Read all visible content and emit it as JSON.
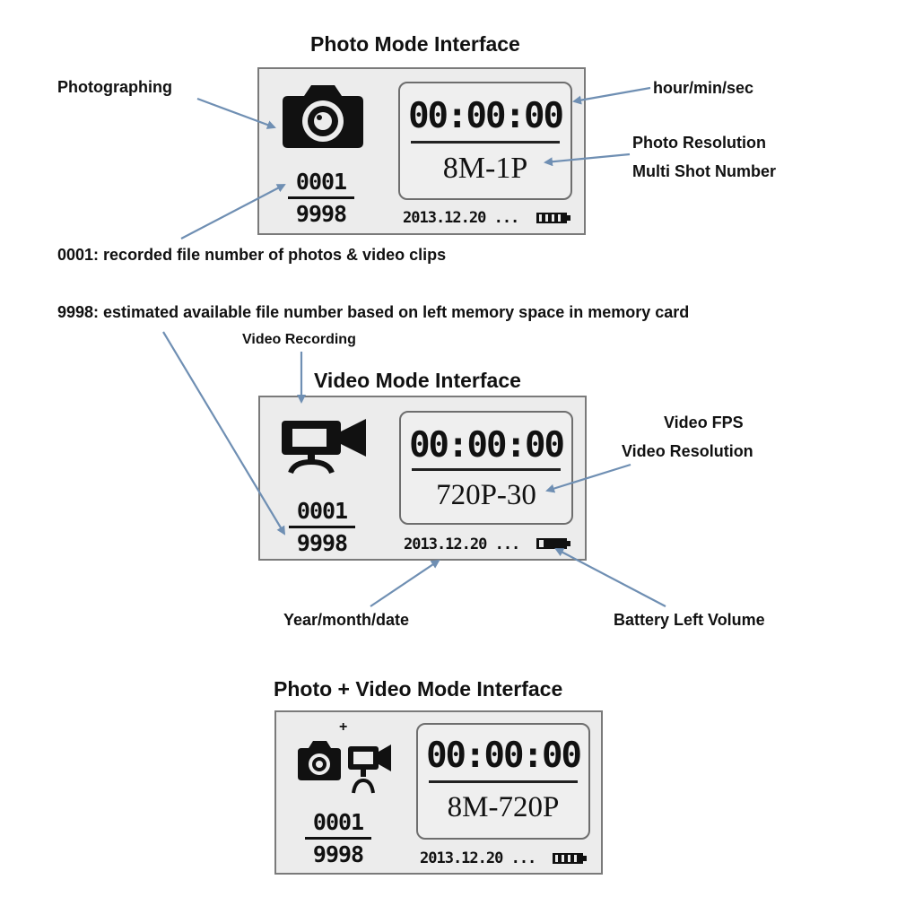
{
  "titles": {
    "photo": "Photo Mode Interface",
    "video": "Video Mode Interface",
    "combo": "Photo + Video Mode Interface"
  },
  "annotations": {
    "photographing": "Photographing",
    "time": "hour/min/sec",
    "photo_res": "Photo Resolution",
    "multi_shot": "Multi Shot Number",
    "recorded_count": "0001: recorded file number of photos & video clips",
    "available_count": "9998: estimated available file number based on left memory space in memory card",
    "video_recording": "Video Recording",
    "video_fps": "Video FPS",
    "video_res": "Video Resolution",
    "date": "Year/month/date",
    "battery": "Battery Left Volume"
  },
  "screens": {
    "photo": {
      "timer": "00:00:00",
      "setting": "8M-1P",
      "recorded": "0001",
      "available": "9998",
      "date": "2013.12.20 ...",
      "icon": "camera-icon"
    },
    "video": {
      "timer": "00:00:00",
      "setting": "720P-30",
      "recorded": "0001",
      "available": "9998",
      "date": "2013.12.20 ...",
      "icon": "video-camera-icon"
    },
    "combo": {
      "timer": "00:00:00",
      "setting": "8M-720P",
      "recorded": "0001",
      "available": "9998",
      "date": "2013.12.20 ...",
      "icon": "camera-plus-video-icon",
      "plus": "+"
    }
  },
  "colors": {
    "arrow": "#6f8fb3",
    "screen_bg": "#ececec",
    "ink": "#111111"
  }
}
